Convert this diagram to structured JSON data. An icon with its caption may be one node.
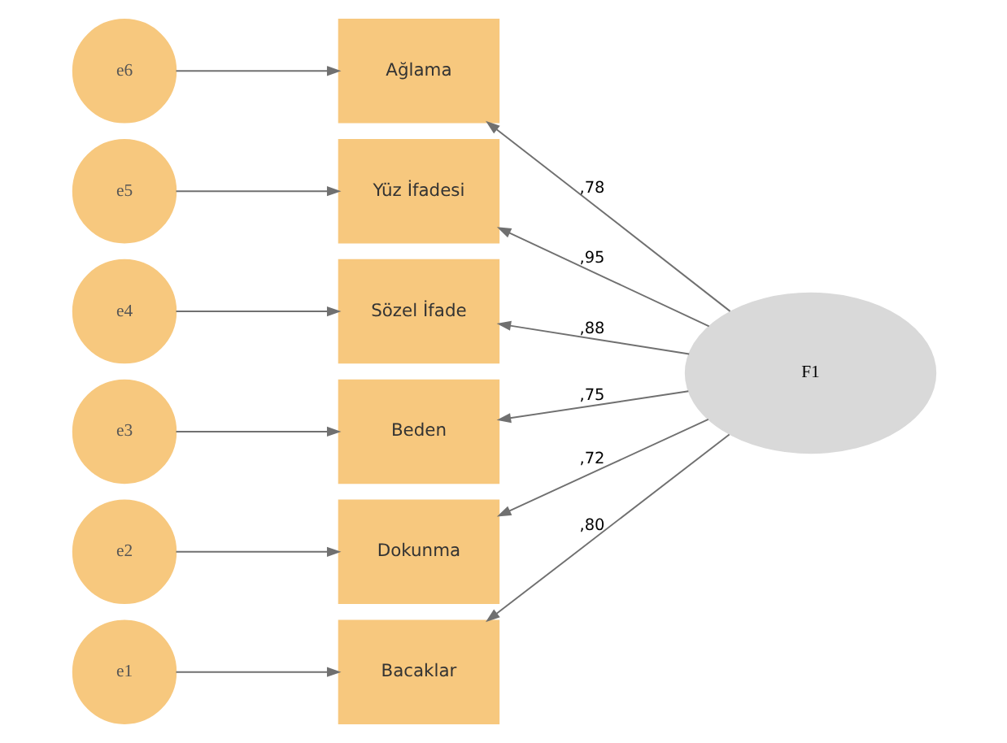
{
  "diagram": {
    "nodes": [
      {
        "text": [
          "e6"
        ]
      },
      {
        "text": [
          "Ağlama"
        ]
      },
      {
        "text": [
          "e5"
        ]
      },
      {
        "text": [
          "Yüz İfadesi"
        ]
      },
      {
        "text": [
          "e4"
        ]
      },
      {
        "text": [
          "Sözel İfade"
        ]
      },
      {
        "text": [
          "e3"
        ]
      },
      {
        "text": [
          "Beden"
        ]
      },
      {
        "text": [
          "e2"
        ]
      },
      {
        "text": [
          "Dokunma"
        ]
      },
      {
        "text": [
          "e1"
        ]
      },
      {
        "text": [
          "Bacaklar"
        ]
      },
      {
        "text": [
          "F1"
        ]
      }
    ],
    "edges": [
      {
        "from": 0,
        "to": 1,
        "arrow": "to"
      },
      {
        "from": 2,
        "to": 3,
        "arrow": "to"
      },
      {
        "from": 4,
        "to": 5,
        "arrow": "to"
      },
      {
        "from": 6,
        "to": 7,
        "arrow": "to"
      },
      {
        "from": 8,
        "to": 9,
        "arrow": "to"
      },
      {
        "from": 10,
        "to": 11,
        "arrow": "to"
      },
      {
        "from": 12,
        "to": 1,
        "arrow": "to",
        "label": ",78"
      },
      {
        "from": 12,
        "to": 3,
        "arrow": "to",
        "label": ",95"
      },
      {
        "from": 12,
        "to": 5,
        "arrow": "to",
        "label": ",88"
      },
      {
        "from": 12,
        "to": 7,
        "arrow": "to",
        "label": ",75"
      },
      {
        "from": 12,
        "to": 9,
        "arrow": "to",
        "label": ",72"
      },
      {
        "from": 12,
        "to": 11,
        "arrow": "to",
        "label": ",80"
      }
    ]
  }
}
